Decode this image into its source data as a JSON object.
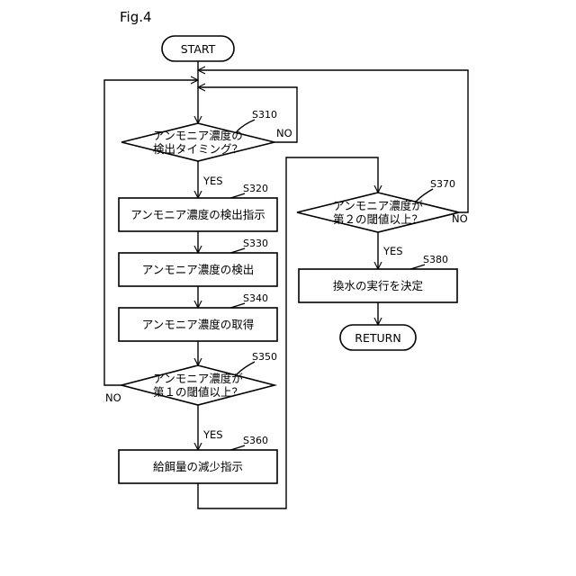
{
  "figure_label": "Fig.4",
  "nodes": {
    "start": "START",
    "s310": {
      "step": "S310",
      "line1": "アンモニア濃度の",
      "line2": "検出タイミング？"
    },
    "s320": {
      "step": "S320",
      "text": "アンモニア濃度の検出指示"
    },
    "s330": {
      "step": "S330",
      "text": "アンモニア濃度の検出"
    },
    "s340": {
      "step": "S340",
      "text": "アンモニア濃度の取得"
    },
    "s350": {
      "step": "S350",
      "line1": "アンモニア濃度が",
      "line2": "第１の閾値以上？"
    },
    "s360": {
      "step": "S360",
      "text": "給餌量の減少指示"
    },
    "s370": {
      "step": "S370",
      "line1": "アンモニア濃度が",
      "line2": "第２の閾値以上？"
    },
    "s380": {
      "step": "S380",
      "text": "換水の実行を決定"
    },
    "return": "RETURN"
  },
  "branches": {
    "s310_yes": "YES",
    "s310_no": "NO",
    "s350_yes": "YES",
    "s350_no": "NO",
    "s370_yes": "YES",
    "s370_no": "NO"
  }
}
